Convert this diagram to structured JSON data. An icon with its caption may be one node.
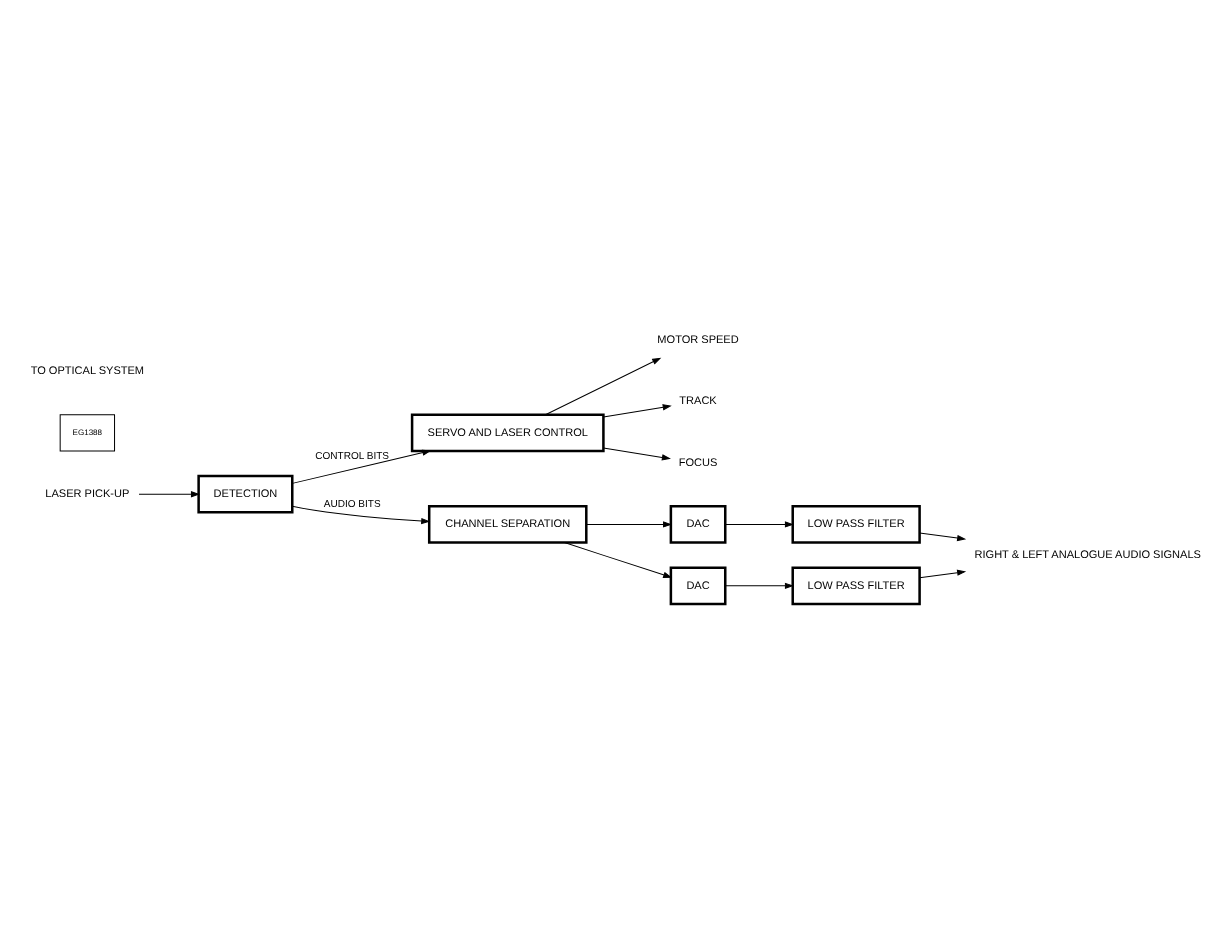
{
  "diagram": {
    "nodes": [
      {
        "text": [
          "LASER PICK-UP"
        ]
      },
      {
        "text": [
          "DETECTION"
        ]
      },
      {
        "text": [
          "SERVO AND LASER CONTROL"
        ]
      },
      {
        "text": [
          "MOTOR SPEED"
        ]
      },
      {
        "text": [
          "TRACK"
        ]
      },
      {
        "text": [
          "FOCUS"
        ]
      },
      {
        "text": [
          "CHANNEL SEPARATION"
        ]
      },
      {
        "text": [
          "DAC"
        ]
      },
      {
        "text": [
          "DAC"
        ]
      },
      {
        "text": [
          "LOW PASS FILTER"
        ]
      },
      {
        "text": [
          "LOW PASS FILTER"
        ]
      },
      {
        "text": [
          "RIGHT & LEFT ANALOGUE AUDIO SIGNALS"
        ]
      },
      {
        "text": [
          "EG1388"
        ]
      }
    ],
    "edges": [
      {
        "from": 0,
        "to": 1,
        "arrow": "to"
      },
      {
        "from": 1,
        "to": 2,
        "arrow": "to",
        "label": "CONTROL BITS"
      },
      {
        "from": 1,
        "to": 6,
        "arrow": "to",
        "label": "AUDIO BITS"
      },
      {
        "from": 2,
        "to": 3,
        "arrow": "to"
      },
      {
        "from": 2,
        "to": 4,
        "arrow": "to"
      },
      {
        "from": 2,
        "to": 5,
        "arrow": "to"
      },
      {
        "from": 6,
        "to": 7,
        "arrow": "to"
      },
      {
        "from": 6,
        "to": 8,
        "arrow": "to"
      },
      {
        "from": 7,
        "to": 9,
        "arrow": "to"
      },
      {
        "from": 8,
        "to": 10,
        "arrow": "to"
      },
      {
        "from": 9,
        "to": 11,
        "arrow": "to"
      },
      {
        "from": 10,
        "to": 11,
        "arrow": "to"
      }
    ],
    "labels": [
      "TO OPTICAL SYSTEM"
    ]
  }
}
